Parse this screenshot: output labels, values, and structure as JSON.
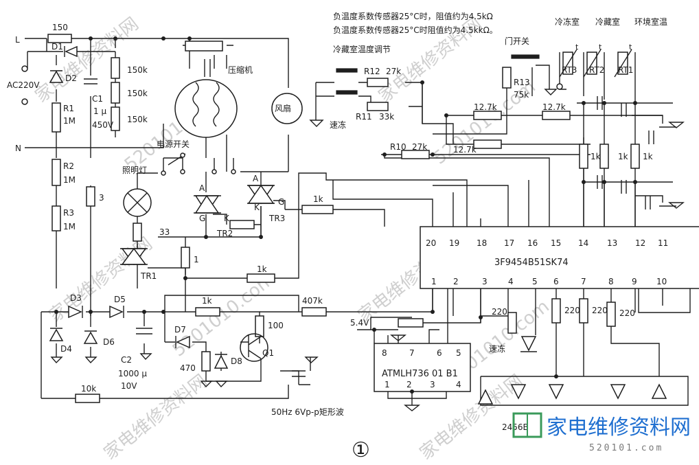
{
  "notes": {
    "line1": "负温度系数传感器25°C时，阻值约为4.5kΩ",
    "line2": "负温度系数传感器25°C时阻值约为4.5kkΩ。"
  },
  "terminals": {
    "live": "L",
    "neutral": "N",
    "mains": "AC220V"
  },
  "components": {
    "r150": "150",
    "d1": "D1",
    "d2": "D2",
    "c1": "C1",
    "c1_value": "1 μ",
    "c1_voltage": "450V",
    "r150k_a": "150k",
    "r150k_b": "150k",
    "r150k_c": "150k",
    "r1": "R1",
    "r1_value": "1M",
    "r2": "R2",
    "r2_value": "1M",
    "r3": "R3",
    "r3_value": "1M",
    "r3_ohm": "3",
    "r33": "33",
    "r1_ohm": "1",
    "r1k_a": "1k",
    "r1k_b": "1k",
    "r1k_c": "1k",
    "r407k": "407k",
    "r100": "100",
    "r10k": "10k",
    "r470": "470",
    "d3": "D3",
    "d4": "D4",
    "d5": "D5",
    "d6": "D6",
    "d7": "D7",
    "d8": "D8",
    "q1": "Q1",
    "c2": "C2",
    "c2_value": "1000 μ",
    "c2_voltage": "10V",
    "v54": "5.4V",
    "compressor": "压缩机",
    "fan": "风扇",
    "power_switch": "电源开关",
    "lamp": "照明灯",
    "tr1": "TR1",
    "tr2": "TR2",
    "tr3": "TR3",
    "pin_a1": "A",
    "pin_a2": "A",
    "pin_g1": "G",
    "pin_g2": "G",
    "pin_k1": "K",
    "pin_k2": "K",
    "fridge_adjust": "冷藏室温度调节",
    "quick_freeze_sw": "速冻",
    "r12": "R12",
    "r12_value": "27k",
    "r11": "R11",
    "r11_value": "33k",
    "r10": "R10",
    "r10_value": "27k",
    "r127k_a": "12.7k",
    "r127k_b": "12.7k",
    "r127k_c": "12.7k",
    "door_switch": "门开关",
    "r13": "R13",
    "r13_value": "75k",
    "freezer": "冷冻室",
    "fridge": "冷藏室",
    "ambient": "环境室温",
    "rt1": "RT1",
    "rt2": "RT2",
    "rt3": "RT3",
    "t1": "t",
    "t2": "t",
    "t3": "t",
    "s1k_a": "1k",
    "s1k_b": "1k",
    "s1k_c": "1k",
    "r220_a": "220",
    "r220_b": "220",
    "r220_c": "220",
    "r220_d": "220",
    "quick_freeze_led": "速冻",
    "display": "2456B",
    "square_wave": "50Hz 6Vp-p矩形波",
    "figure_number": "①"
  },
  "mcu": {
    "name": "3F9454B51SK74",
    "top_pins": [
      "20",
      "19",
      "18",
      "17",
      "16",
      "15",
      "14",
      "13",
      "12",
      "11"
    ],
    "bottom_pins": [
      "1",
      "2",
      "3",
      "4",
      "5",
      "6",
      "7",
      "8",
      "9",
      "10"
    ]
  },
  "regulator": {
    "name": "ATMLH736 01 B1",
    "top_pins": [
      "8",
      "7",
      "6",
      "5"
    ],
    "bottom_pins": [
      "1",
      "2",
      "3",
      "4"
    ]
  },
  "watermarks": {
    "text1": "家电维修资料网",
    "text2": "5201010.com",
    "brand": "家电维修资料网",
    "brand_url": "520101.com"
  }
}
